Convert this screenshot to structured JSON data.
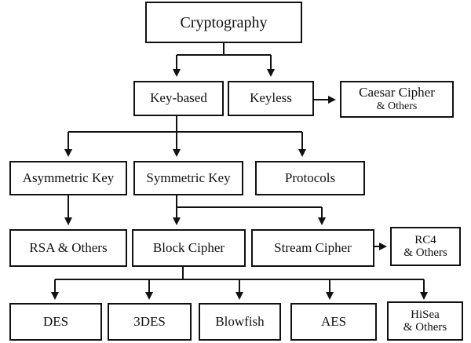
{
  "diagram": {
    "root": {
      "label": "Cryptography"
    },
    "level1": {
      "key_based": {
        "label": "Key-based"
      },
      "keyless": {
        "label": "Keyless"
      },
      "caesar": {
        "label": "Caesar Cipher",
        "sublabel": "& Others"
      }
    },
    "level2": {
      "asymmetric": {
        "label": "Asymmetric Key"
      },
      "symmetric": {
        "label": "Symmetric Key"
      },
      "protocols": {
        "label": "Protocols"
      }
    },
    "level3": {
      "rsa": {
        "label": "RSA & Others"
      },
      "block": {
        "label": "Block Cipher"
      },
      "stream": {
        "label": "Stream Cipher"
      },
      "rc4": {
        "label": "RC4",
        "sublabel": "& Others"
      }
    },
    "level4": {
      "des": {
        "label": "DES"
      },
      "tdes": {
        "label": "3DES"
      },
      "blowfish": {
        "label": "Blowfish"
      },
      "aes": {
        "label": "AES"
      },
      "hisea": {
        "label": "HiSea",
        "sublabel": "& Others"
      }
    }
  }
}
